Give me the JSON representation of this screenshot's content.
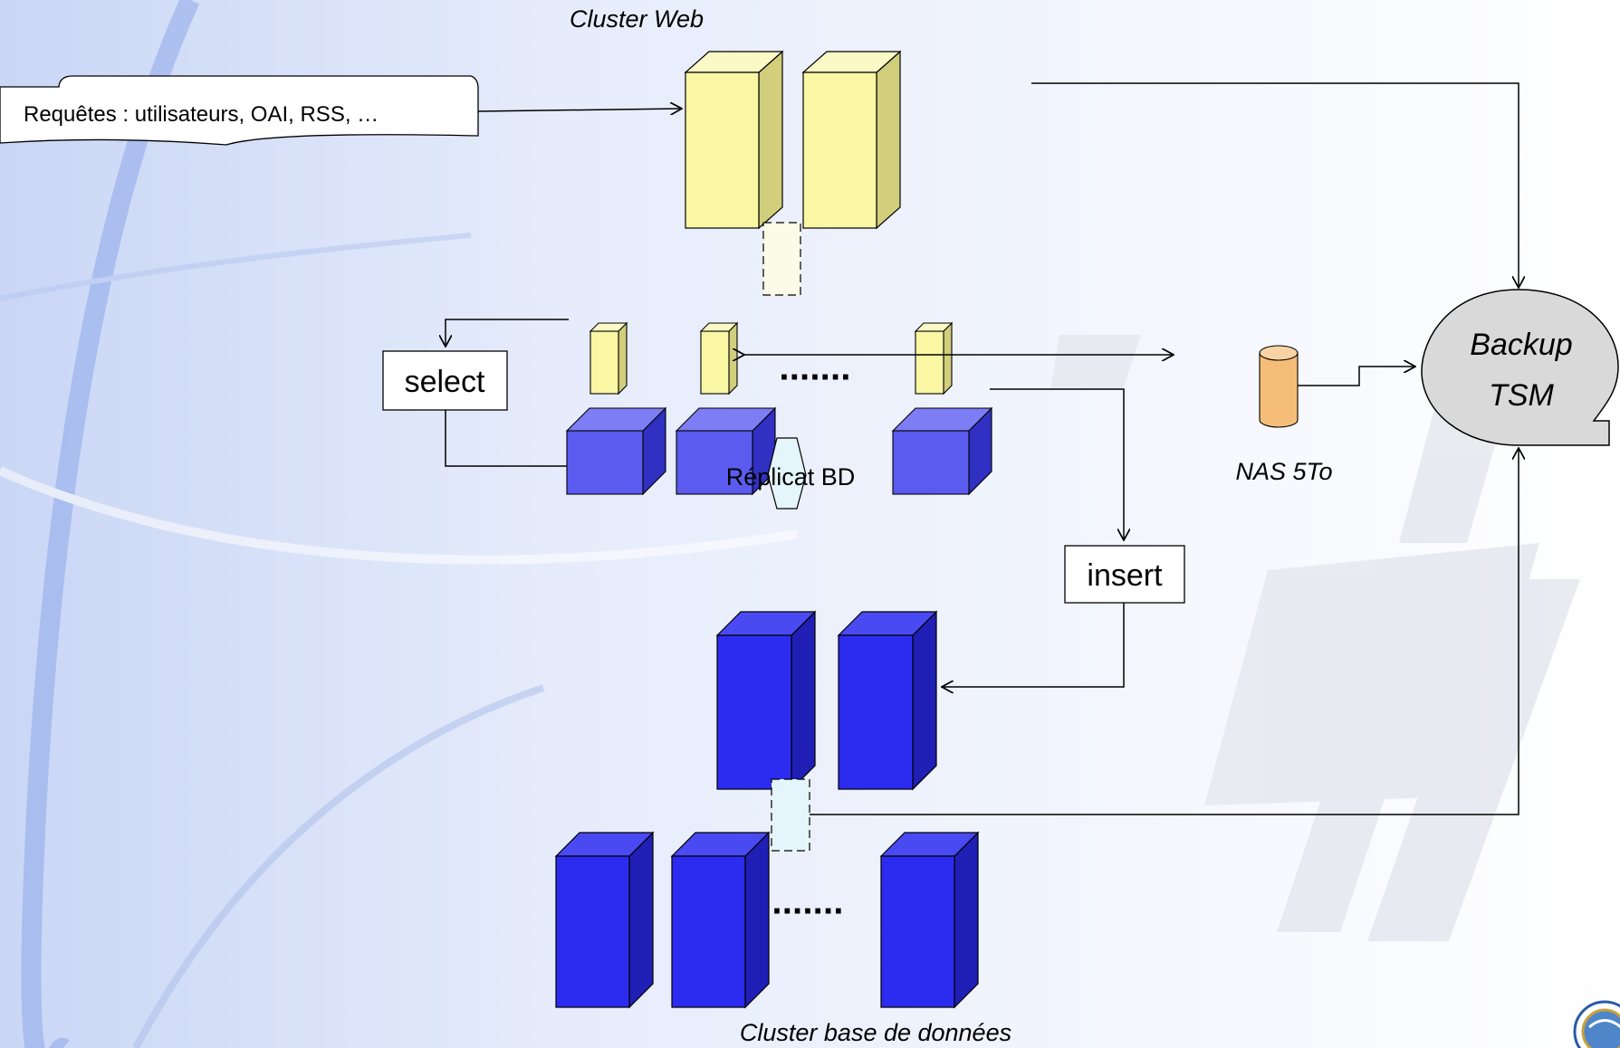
{
  "labels": {
    "cluster_web": "Cluster Web",
    "requests": "Requêtes : utilisateurs, OAI, RSS, …",
    "select": "select",
    "insert": "insert",
    "replicat": "Réplicat BD",
    "nas": "NAS 5To",
    "backup_line1": "Backup",
    "backup_line2": "TSM",
    "dots_top": "·······",
    "dots_bottom": "·······",
    "cluster_db": "Cluster base de données"
  },
  "colors": {
    "yellow_front": "#f9f6a4",
    "yellow_side": "#d1ce7c",
    "yellow_top": "#fbf9c6",
    "blue_front": "#5b5bf0",
    "blue_side": "#3030c2",
    "blue_top": "#7d7df5",
    "db_front": "#2c2cf0",
    "db_side": "#1f1fb5",
    "db_top": "#4a4af2",
    "nas_orange": "#f6bd78",
    "backup_fill": "#d9d9d9",
    "line": "#000000",
    "background_light": "#f4f7ff",
    "background_blue": "#c8d6f5"
  }
}
